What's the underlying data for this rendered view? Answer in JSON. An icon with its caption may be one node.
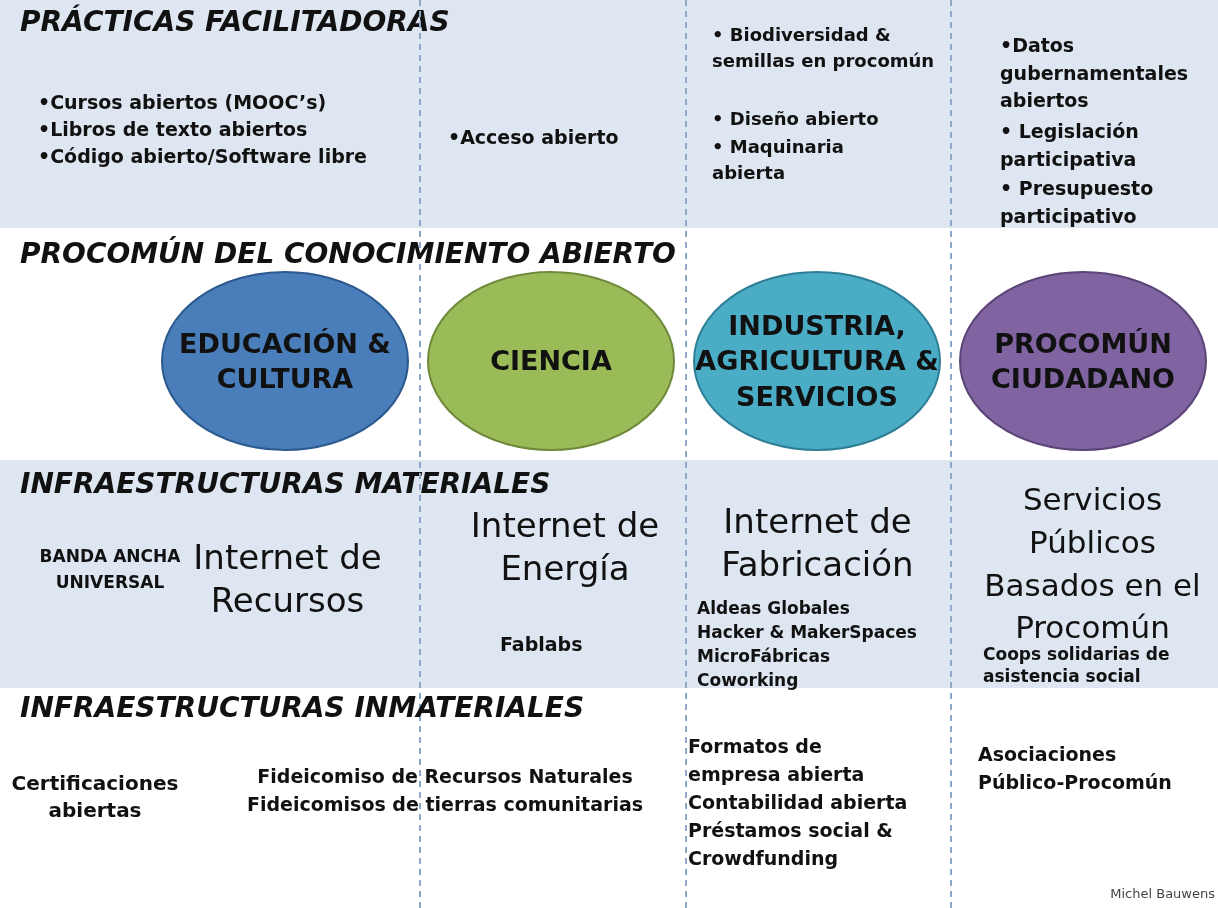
{
  "diagram": {
    "nodes": [
      {
        "text": [
          "PRÁCTICAS FACILITADORAS",
          "•Cursos abiertos (MOOC’s)",
          "•Libros de texto abiertos",
          "•Código abierto/Software libre",
          "•Acceso abierto",
          "• Biodiversidad & semillas en procomún",
          "• Diseño abierto",
          "• Maquinaria abierta",
          "•Datos gubernamentales abiertos",
          "• Legislación participativa",
          "• Presupuesto participativo"
        ]
      },
      {
        "text": [
          "EDUCACIÓN & CULTURA"
        ]
      },
      {
        "text": [
          "CIENCIA"
        ]
      },
      {
        "text": [
          "INDUSTRIA, AGRICULTURA & SERVICIOS"
        ]
      },
      {
        "text": [
          "PROCOMÚN CIUDADANO"
        ]
      },
      {
        "text": [
          "INFRAESTRUCTURAS MATERIALES",
          "BANDA ANCHA UNIVERSAL",
          "Internet de Recursos",
          "Internet de Energía",
          "Fablabs",
          "Internet de Fabricación",
          "Aldeas Globales",
          "Hacker & MakerSpaces",
          "MicroFábricas",
          "Coworking",
          "Servicios Públicos Basados en el Procomún",
          "Coops solidarias de asistencia social"
        ]
      }
    ],
    "labels": [
      "PROCOMÚN DEL CONOCIMIENTO ABIERTO",
      "INFRAESTRUCTURAS INMATERIALES",
      "Certificaciones abiertas",
      "Fideicomiso de Recursos Naturales",
      "Fideicomisos de tierras comunitarias",
      "Formatos de empresa abierta",
      "Contabilidad abierta",
      "Préstamos social & Crowdfunding",
      "Asociaciones Público-Procomún",
      "Michel Bauwens"
    ]
  }
}
